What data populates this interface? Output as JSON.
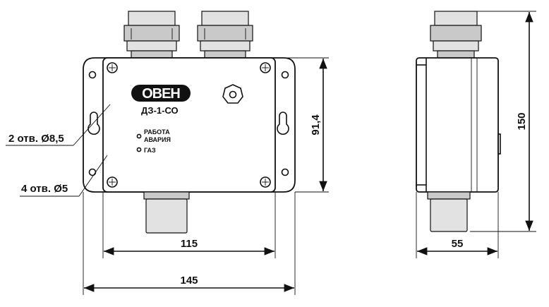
{
  "device": {
    "brand": "ОВЕН",
    "model": "ДЗ-1-СО",
    "indicators": [
      "РАБОТА",
      "АВАРИЯ",
      "ГАЗ"
    ]
  },
  "dimensions": {
    "inner_width": "115",
    "outer_width": "145",
    "height": "91,4",
    "total_height": "150",
    "depth": "55"
  },
  "callouts": {
    "large_holes": "2 отв. Ø8,5",
    "small_holes": "4 отв. Ø5"
  }
}
